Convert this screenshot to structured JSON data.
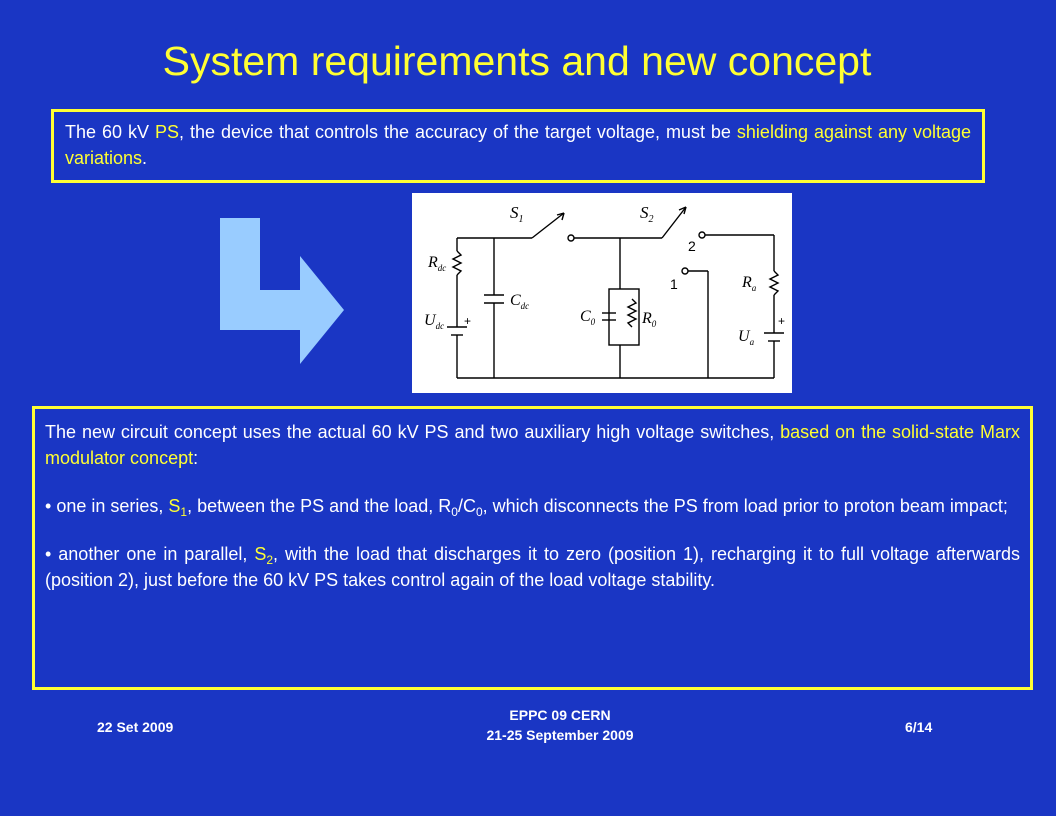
{
  "slide": {
    "title": "System requirements and new concept"
  },
  "intro_box": {
    "t1": "The 60 kV ",
    "t2": "PS",
    "t3": ", the device that controls the accuracy of the target voltage, must be ",
    "t4": "shielding against any voltage variations",
    "t5": "."
  },
  "circuit": {
    "labels": {
      "s1": "S",
      "s1_sub": "1",
      "s2": "S",
      "s2_sub": "2",
      "rdc": "R",
      "rdc_sub": "dc",
      "cdc": "C",
      "cdc_sub": "dc",
      "udc": "U",
      "udc_sub": "dc",
      "c0": "C",
      "c0_sub": "0",
      "r0": "R",
      "r0_sub": "0",
      "ra": "R",
      "ra_sub": "a",
      "ua": "U",
      "ua_sub": "a",
      "pos1": "1",
      "pos2": "2",
      "plus": "+"
    }
  },
  "concept_box": {
    "p1_a": "The new circuit concept uses the actual 60 kV PS and two auxiliary high voltage switches, ",
    "p1_b": "based on the solid-state Marx modulator concept",
    "p1_c": ":",
    "bullet": "•",
    "p2_a": " one in series, ",
    "p2_s": "S",
    "p2_s_sub": "1",
    "p2_b": ", between the PS and the load, R",
    "p2_r_sub": "0",
    "p2_c": "/C",
    "p2_c_sub": "0",
    "p2_d": ", which disconnects the PS from load prior to proton beam impact;",
    "p3_a": " another one in parallel, ",
    "p3_s": "S",
    "p3_s_sub": "2",
    "p3_b": ", with the load that discharges it to zero (position 1), recharging it to full voltage afterwards (position 2), just before the 60 kV PS takes control again of the load voltage stability."
  },
  "footer": {
    "date": "22 Set 2009",
    "event_line1": "EPPC 09 CERN",
    "event_line2": "21-25 September 2009",
    "page": "6/14"
  },
  "colors": {
    "background": "#1a36c4",
    "accent": "#ffff33",
    "arrow": "#99ccff"
  }
}
